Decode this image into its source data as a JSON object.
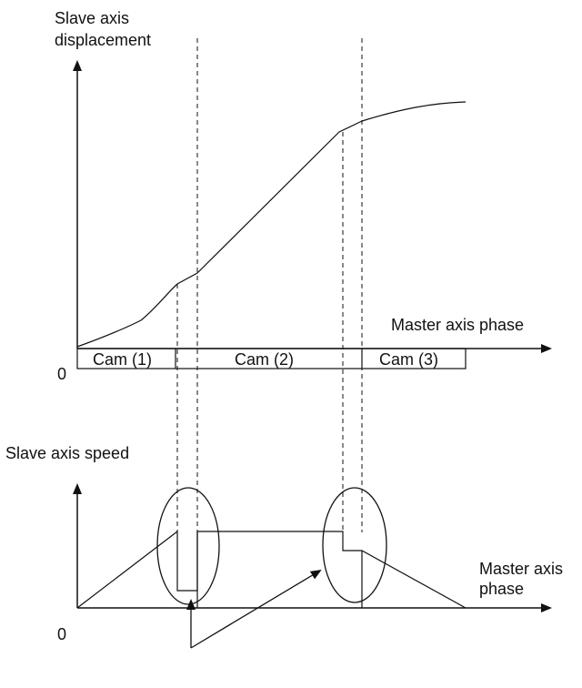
{
  "top_chart": {
    "y_axis_label_line1": "Slave axis",
    "y_axis_label_line2": "displacement",
    "x_axis_label": "Master axis phase",
    "origin_label": "0",
    "cams": [
      "Cam (1)",
      "Cam (2)",
      "Cam (3)"
    ]
  },
  "bottom_chart": {
    "y_axis_label": "Slave axis speed",
    "x_axis_label_line1": "Master axis",
    "x_axis_label_line2": "phase",
    "origin_label": "0"
  },
  "colors": {
    "line": "#111111",
    "background": "#ffffff"
  }
}
